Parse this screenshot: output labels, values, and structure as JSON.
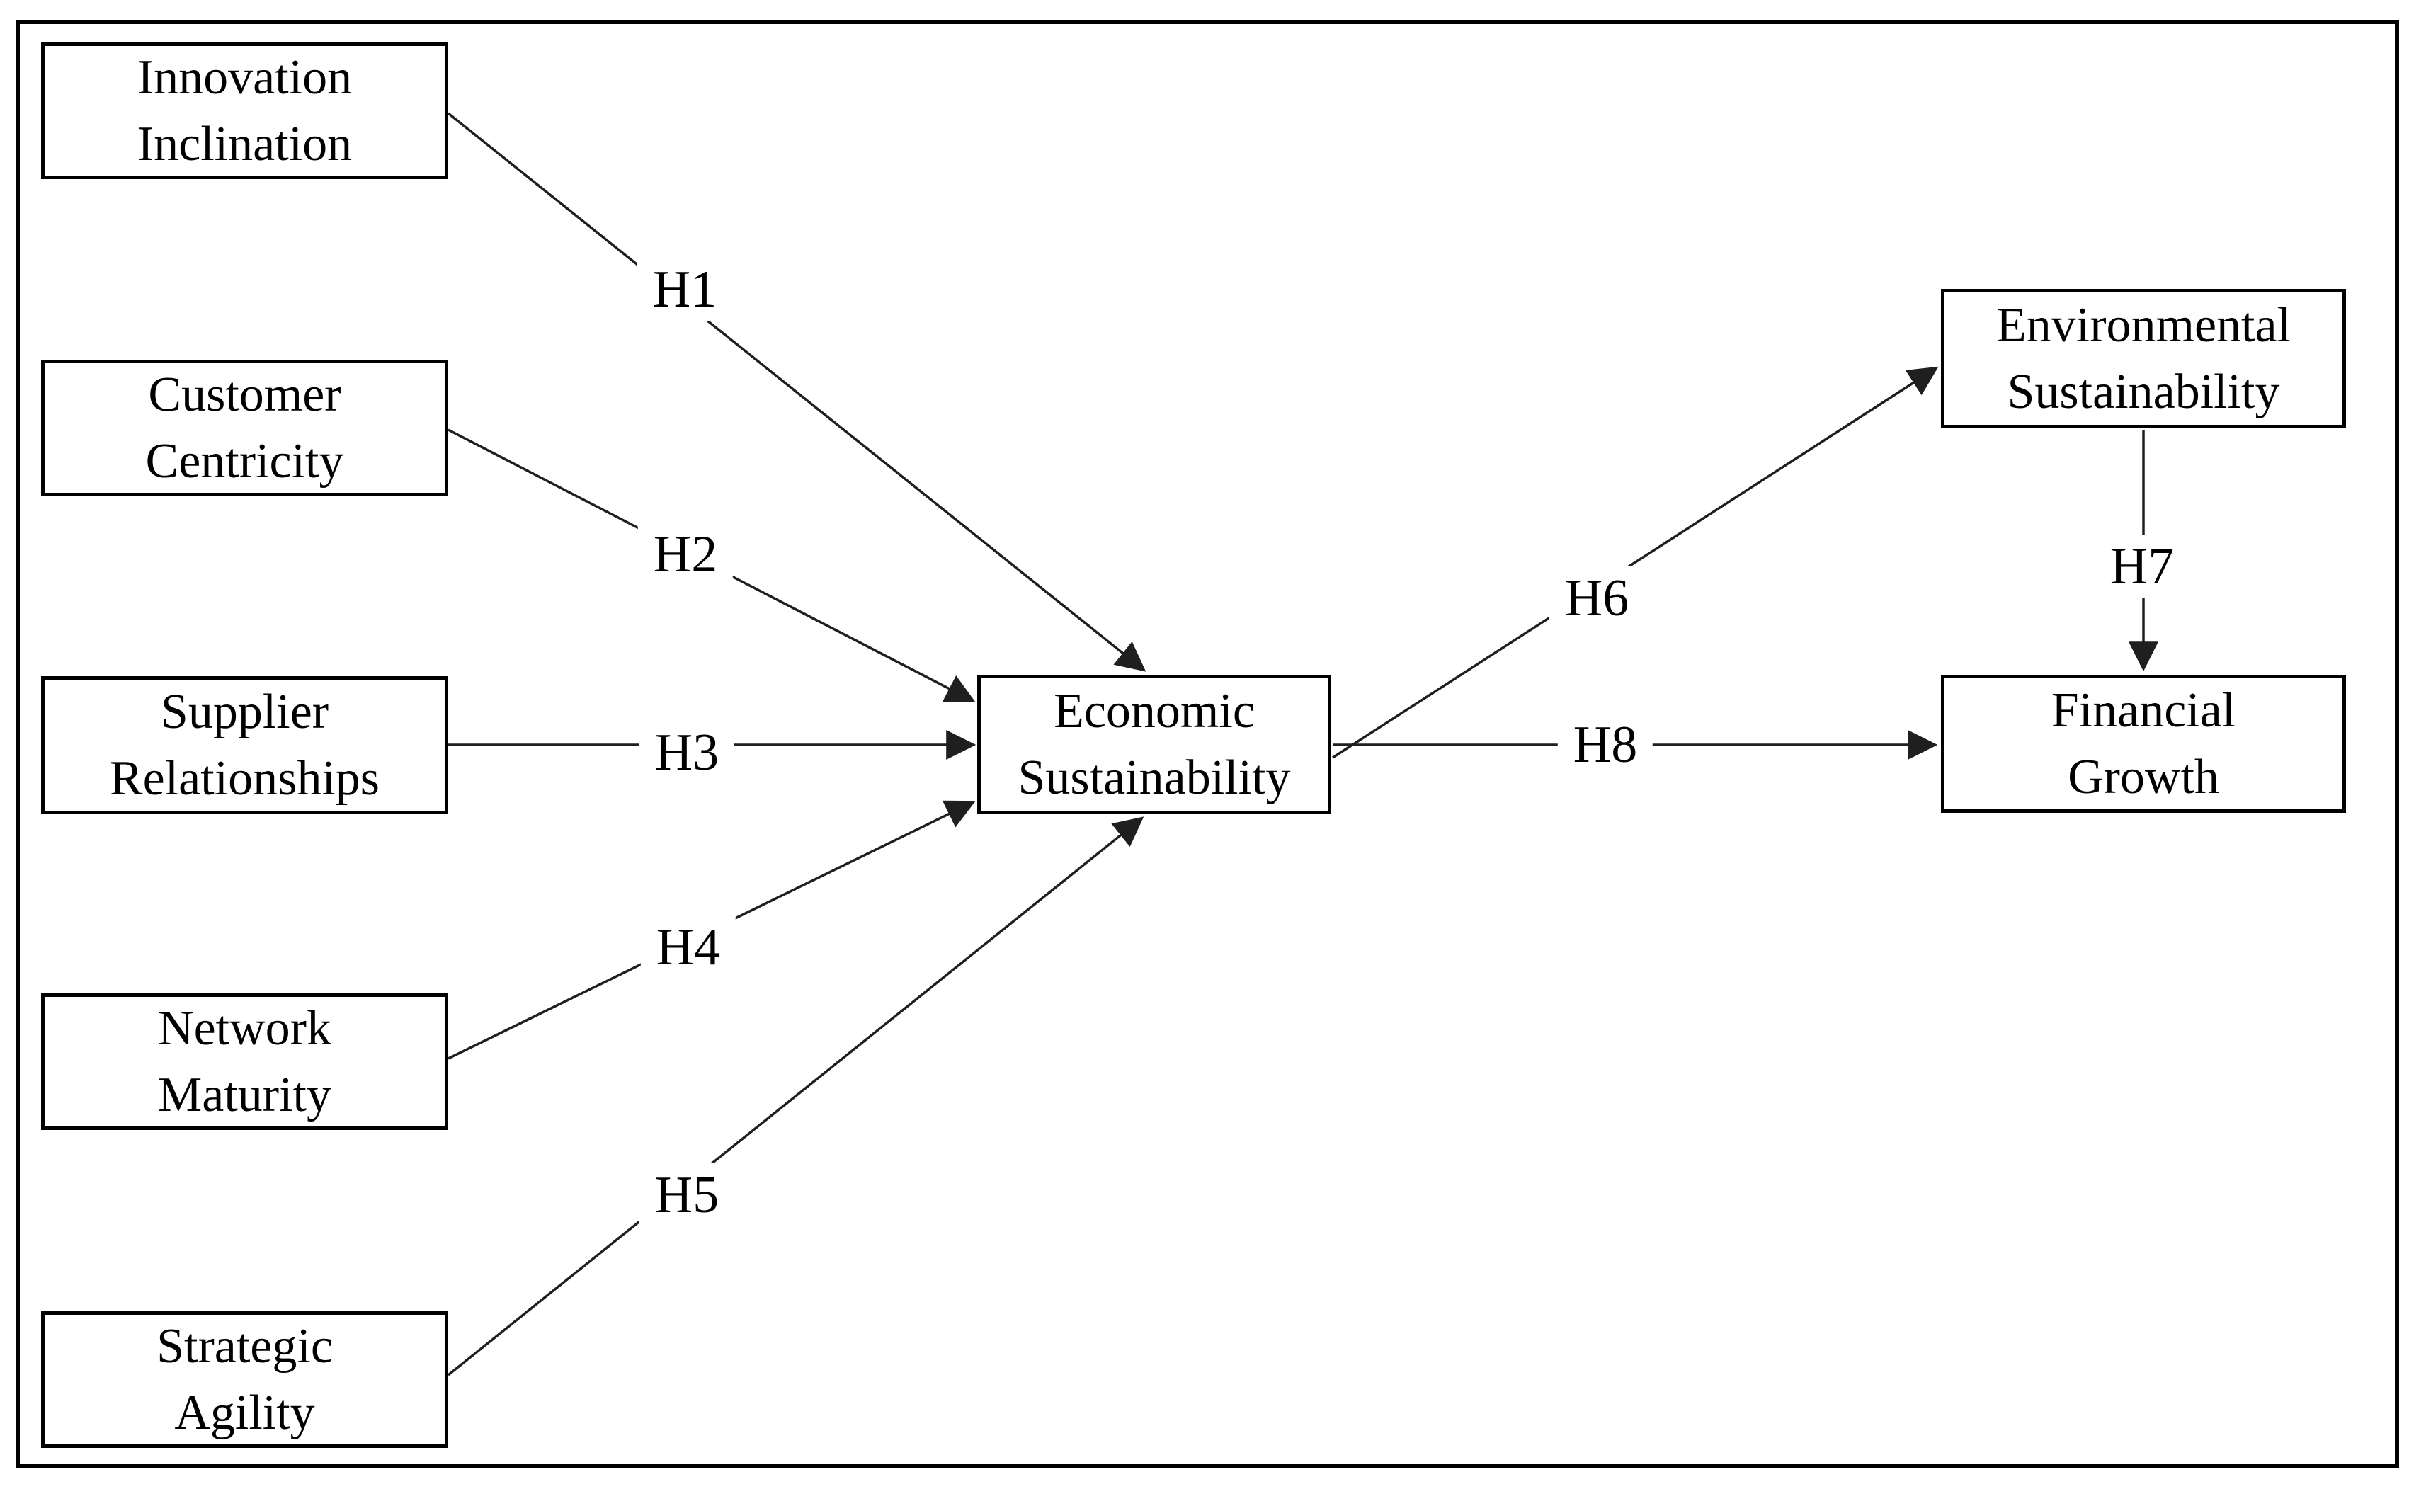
{
  "figure": {
    "description": "Conceptual research framework diagram with hypotheses H1-H8",
    "background_color": "#ffffff",
    "border_color": "#000000",
    "line_color": "#1f1f1f"
  },
  "nodes": {
    "innovation": {
      "line1": "Innovation",
      "line2": "Inclination"
    },
    "customer": {
      "line1": "Customer",
      "line2": "Centricity"
    },
    "supplier": {
      "line1": "Supplier",
      "line2": "Relationships"
    },
    "network": {
      "line1": "Network",
      "line2": "Maturity"
    },
    "strategic": {
      "line1": "Strategic",
      "line2": "Agility"
    },
    "economic": {
      "line1": "Economic",
      "line2": "Sustainability"
    },
    "environmental": {
      "line1": "Environmental",
      "line2": "Sustainability"
    },
    "financial": {
      "line1": "Financial",
      "line2": "Growth"
    }
  },
  "hypotheses": {
    "h1": "H1",
    "h2": "H2",
    "h3": "H3",
    "h4": "H4",
    "h5": "H5",
    "h6": "H6",
    "h7": "H7",
    "h8": "H8"
  }
}
